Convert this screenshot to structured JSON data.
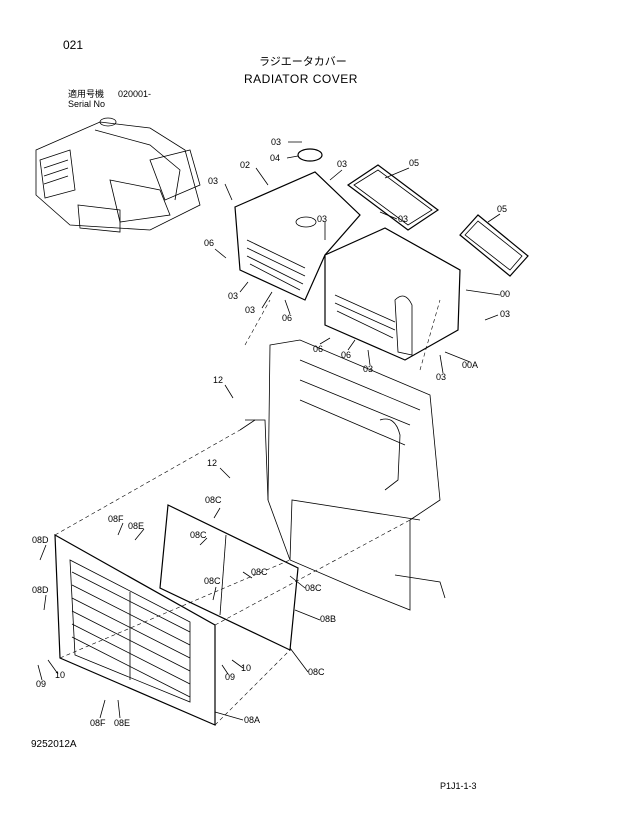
{
  "header": {
    "page_number": "021",
    "title_ja": "ラジエータカバー",
    "title_en": "RADIATOR COVER",
    "serial_label_ja": "適用号機",
    "serial_value": "020001-",
    "serial_label_en": "Serial No"
  },
  "callouts": [
    "03",
    "04",
    "03",
    "02",
    "03",
    "05",
    "03",
    "03",
    "05",
    "06",
    "03",
    "00",
    "03",
    "03",
    "06",
    "06",
    "06",
    "03",
    "00A",
    "03",
    "12",
    "12",
    "08C",
    "08F",
    "08E",
    "08C",
    "08D",
    "08C",
    "08C",
    "08C",
    "08D",
    "08B",
    "10",
    "09",
    "10",
    "09",
    "08C",
    "08F",
    "08E",
    "08A"
  ],
  "footer": {
    "figure_code": "9252012A",
    "page_ref": "P1J1-1-3"
  }
}
